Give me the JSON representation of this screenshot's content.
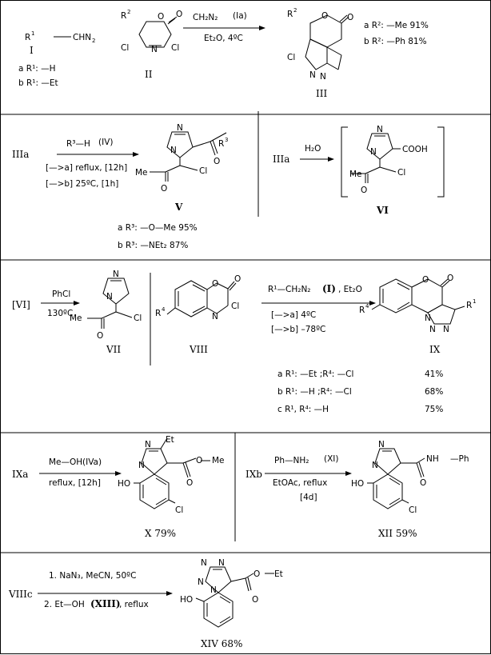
{
  "compounds": {
    "I": "I",
    "II": "II",
    "III": "III",
    "V": "V",
    "VI": "VI",
    "VII": "VII",
    "VIII": "VIII",
    "IX": "IX",
    "X": "X",
    "XII": "XII",
    "XIV": "XIV"
  },
  "scheme1": {
    "I_sub_a": "a R¹: —H",
    "I_sub_b": "b R¹: —Et",
    "reagent": "CH₂N₂",
    "reagent_ref": "(Ia)",
    "conditions": "Et₂O, 4ºC",
    "yield_a": "a R²: —Me  91%",
    "yield_b": "b R²: —Ph  81%"
  },
  "scheme2": {
    "start": "IIIa",
    "reagent": "R³—H",
    "reagent_ref": "(IV)",
    "cond_a": "[—>a] reflux, [12h]",
    "cond_b": "[—>b] 25ºC, [1h]",
    "yield_a": "a R³: —O—Me  95%",
    "yield_b": "b R³: —NEt₂  87%"
  },
  "scheme3": {
    "start": "IIIa",
    "reagent": "H₂O",
    "product_group": "COOH"
  },
  "scheme4": {
    "start": "[VI]",
    "reagent": "PhCl",
    "conditions": "130ºC"
  },
  "scheme5": {
    "reagent": "R¹—CH₂N₂",
    "reagent_ref": "(I)",
    "solvent": ", Et₂O",
    "cond_a": "[—>a]  4ºC",
    "cond_b": "[—>b]   –78ºC",
    "rows": [
      {
        "sub": "a R¹: —Et ;R⁴: —Cl",
        "yield": "41%"
      },
      {
        "sub": "b R¹: —H ;R⁴: —Cl",
        "yield": "68%"
      },
      {
        "sub": "c R¹, R⁴: —H",
        "yield": "75%"
      }
    ]
  },
  "scheme6": {
    "start": "IXa",
    "reagent": "Me—OH",
    "reagent_ref": "(IVa)",
    "conditions": "reflux, [12h]",
    "product_label": "X  79%"
  },
  "scheme7": {
    "start": "IXb",
    "reagent": "Ph—NH₂",
    "reagent_ref": "(XI)",
    "conditions": "EtOAc,  reflux",
    "time": "[4d]",
    "product_label": "XII  59%"
  },
  "scheme8": {
    "start": "VIIIc",
    "step1": "1. NaN₃, MeCN,  50ºC",
    "step2_pre": "2. Et—OH",
    "step2_ref": "(XIII)",
    "step2_post": ", reflux",
    "product_label": "XIV  68%"
  }
}
